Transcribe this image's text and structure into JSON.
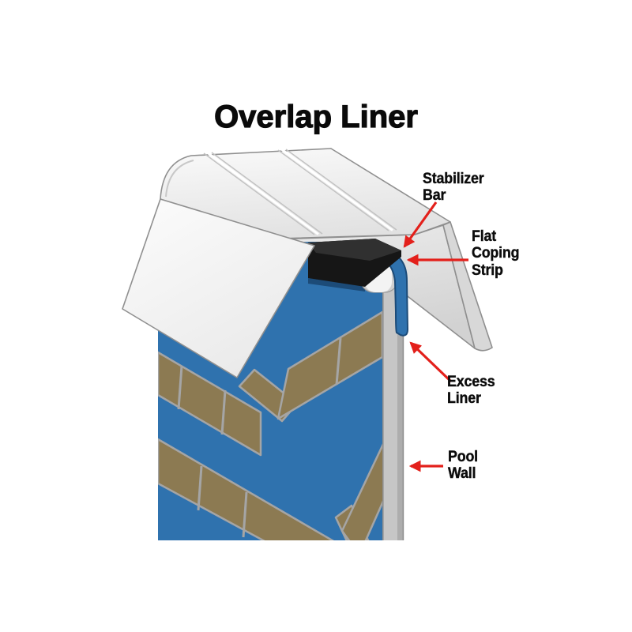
{
  "title": "Overlap Liner",
  "labels": {
    "stabilizer_bar": "Stabilizer\nBar",
    "flat_coping_strip": "Flat\nCoping\nStrip",
    "excess_liner": "Excess\nLiner",
    "pool_wall": "Pool\nWall"
  },
  "colors": {
    "liner_blue": "#2F72AE",
    "liner_blue_dark": "#1C4B78",
    "tile_tan": "#8C7A52",
    "grout_gray": "#A5A5A5",
    "wall_gray": "#C6C6C6",
    "wall_gray_dark": "#ADADAD",
    "coping_gray": "#D0D0D0",
    "coping_white": "#F3F3F3",
    "stabilizer_black": "#161616",
    "arrow_red": "#E3201B",
    "outline_gray": "#8F8F8F",
    "text_black": "#0A0A0A"
  }
}
